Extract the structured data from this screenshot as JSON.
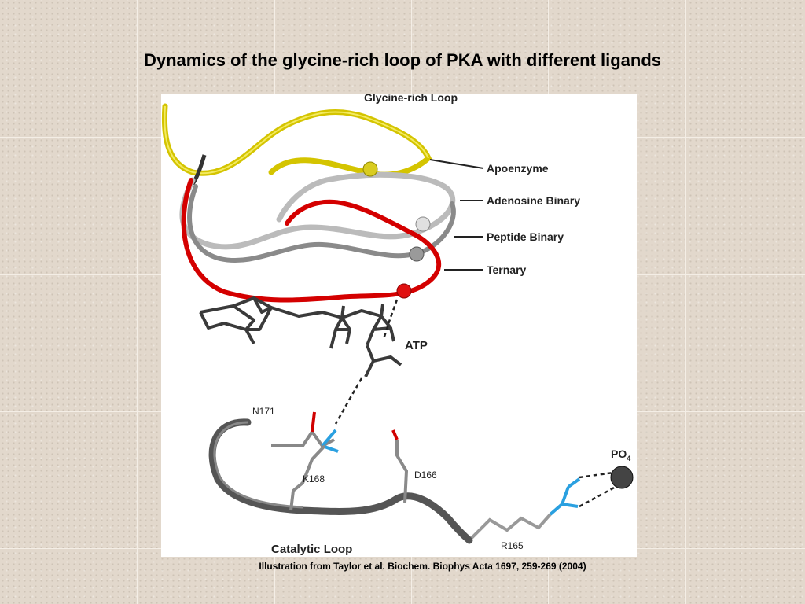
{
  "slide": {
    "title": "Dynamics of the glycine-rich loop of PKA with different ligands",
    "caption": "Illustration from Taylor et al. Biochem. Biophys Acta 1697, 259-269 (2004)"
  },
  "figure": {
    "loop_title": "Glycine-rich Loop",
    "states": [
      {
        "label": "Apoenzyme",
        "color": "#d4c400"
      },
      {
        "label": "Adenosine Binary",
        "color": "#b8b8b8"
      },
      {
        "label": "Peptide Binary",
        "color": "#8a8a8a"
      },
      {
        "label": "Ternary",
        "color": "#d40000"
      }
    ],
    "ligand_label": "ATP",
    "residues": {
      "n171": "N171",
      "k168": "K168",
      "d166": "D166",
      "r165": "R165"
    },
    "phosphate_label": "PO",
    "phosphate_subscript": "4",
    "catalytic_loop_label": "Catalytic Loop"
  }
}
